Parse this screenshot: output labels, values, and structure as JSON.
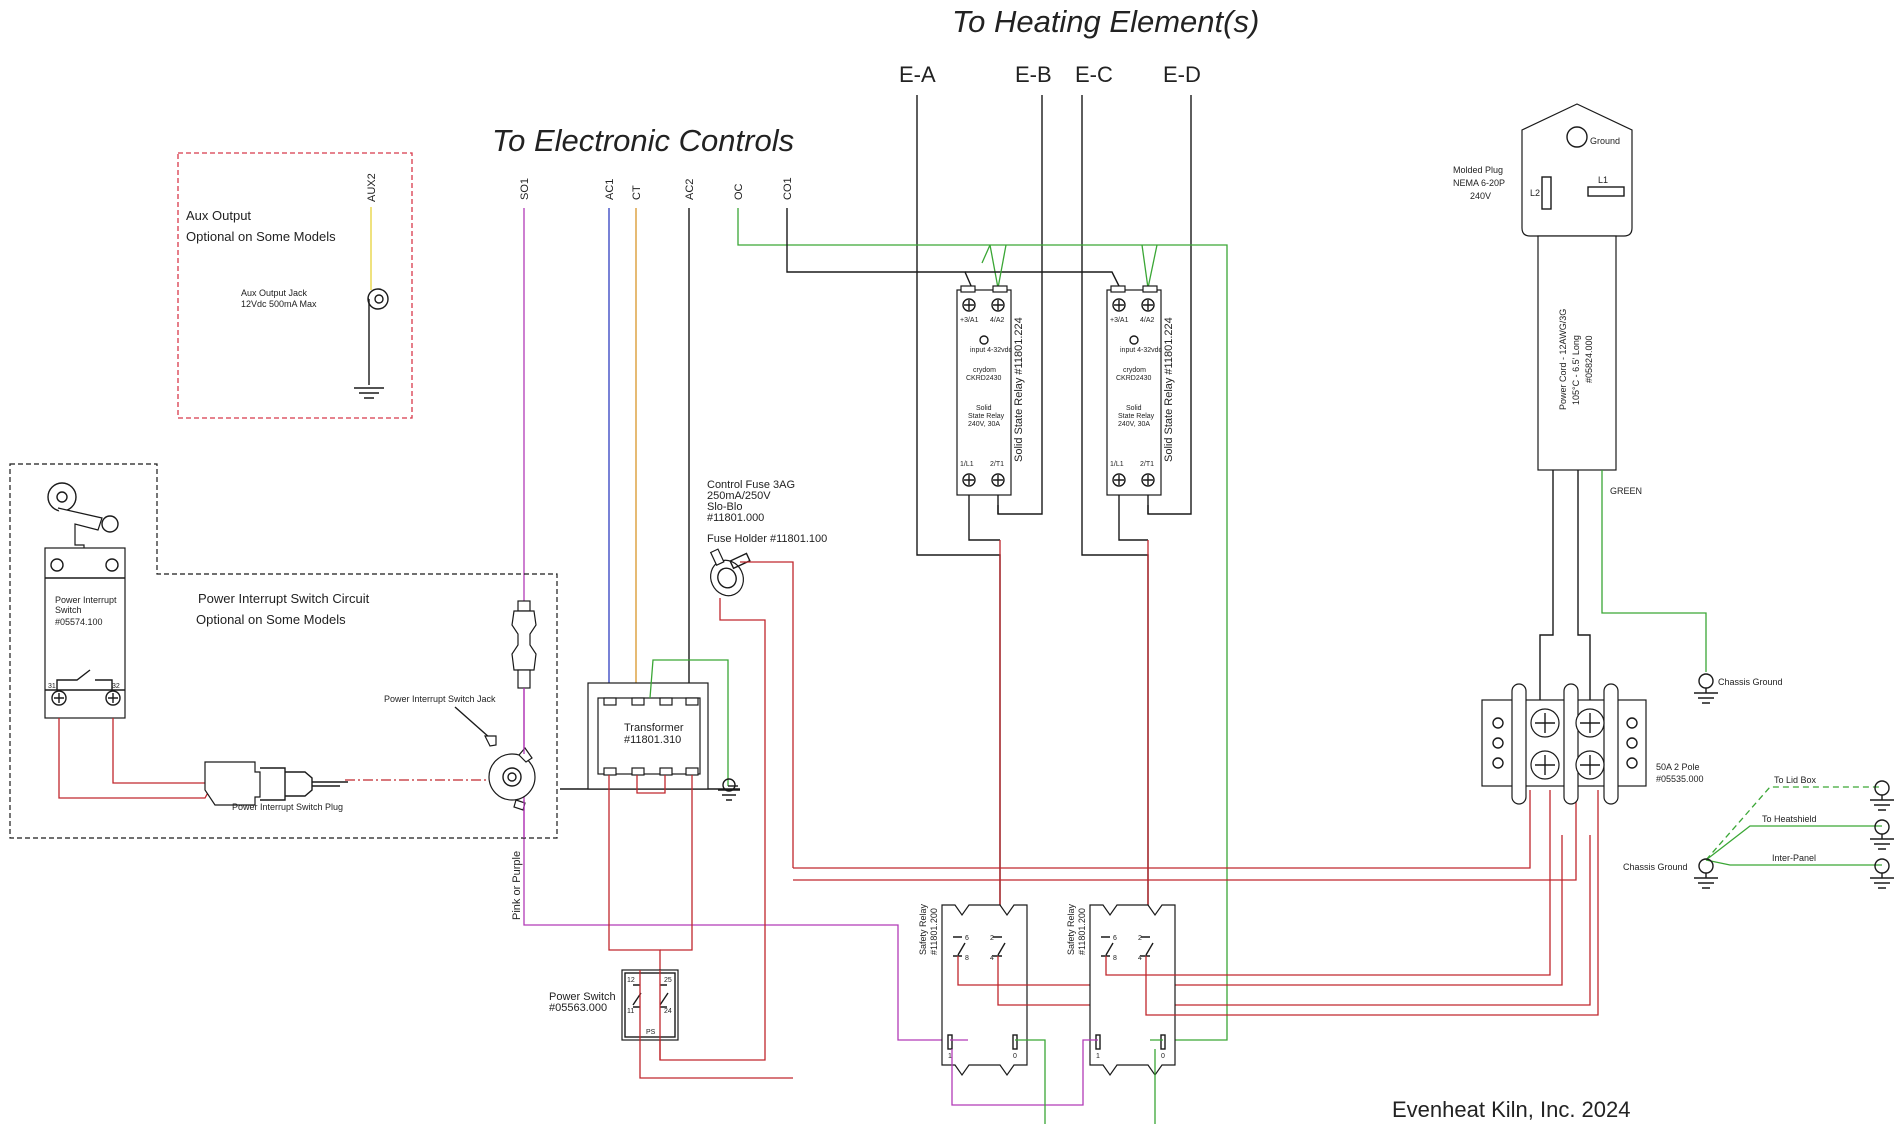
{
  "headings": {
    "heating": "To Heating Element(s)",
    "electronic": "To Electronic Controls"
  },
  "elements": [
    "E-A",
    "E-B",
    "E-C",
    "E-D"
  ],
  "control_wires": [
    "SO1",
    "AC1",
    "CT",
    "AC2",
    "OC",
    "CO1"
  ],
  "aux": {
    "wire": "AUX2",
    "title1": "Aux Output",
    "title2": "Optional on Some Models",
    "jack1": "Aux Output Jack",
    "jack2": "12Vdc 500mA Max"
  },
  "interrupt": {
    "title1": "Power Interrupt Switch Circuit",
    "title2": "Optional on Some Models",
    "switch1": "Power Interrupt",
    "switch2": "Switch",
    "switch3": "#05574.100",
    "term_a": "31",
    "term_b": "32",
    "jack": "Power Interrupt Switch Jack",
    "plug": "Power Interrupt Switch Plug"
  },
  "fuse": {
    "l1": "Control Fuse 3AG",
    "l2": "250mA/250V",
    "l3": "Slo-Blo",
    "l4": "#11801.000",
    "holder": "Fuse Holder #11801.100"
  },
  "transformer": {
    "l1": "Transformer",
    "l2": "#11801.310"
  },
  "ssr": {
    "t1": "+3/A1",
    "t2": "4/A2",
    "t3": "1/L1",
    "t4": "2/T1",
    "brand": "crydom",
    "model": "CKRD2430",
    "d1": "Solid",
    "d2": "State Relay",
    "d3": "240V, 30A",
    "tiny": "input 4-32vdc",
    "side": "Solid State Relay #11801.224"
  },
  "plug": {
    "l1": "Molded Plug",
    "l2": "NEMA 6-20P",
    "l3": "240V",
    "ground": "Ground",
    "L1": "L1",
    "L2": "L2"
  },
  "cord": {
    "l1": "Power Cord - 12AWG/3G",
    "l2": "105°C - 6.5' Long",
    "l3": "#05824.000"
  },
  "green_label": "GREEN",
  "chassis_ground_top": "Chassis Ground",
  "block": {
    "l1": "50A 2 Pole",
    "l2": "#05535.000"
  },
  "grounds": {
    "lid": "To Lid Box",
    "heat": "To Heatshield",
    "inter": "Inter-Panel",
    "chassis": "Chassis Ground"
  },
  "pink_label": "Pink or Purple",
  "power_switch": {
    "l1": "Power Switch",
    "l2": "#05563.000",
    "t12": "12",
    "t25": "25",
    "t11": "11",
    "t24": "24",
    "ps": "PS"
  },
  "safety": {
    "l1": "Safety Relay",
    "l2": "#11801.200",
    "p6": "6",
    "p2": "2",
    "p8": "8",
    "p4": "4",
    "p1": "1",
    "p0": "0"
  },
  "footer": "Evenheat Kiln, Inc. 2024",
  "colors": {
    "red": "#c0272d",
    "green": "#3aa635",
    "purple": "#b23bb7",
    "blue": "#2f3fbf",
    "orange": "#d9962a",
    "yellow": "#e6d23a",
    "black": "#1a1a1a"
  }
}
